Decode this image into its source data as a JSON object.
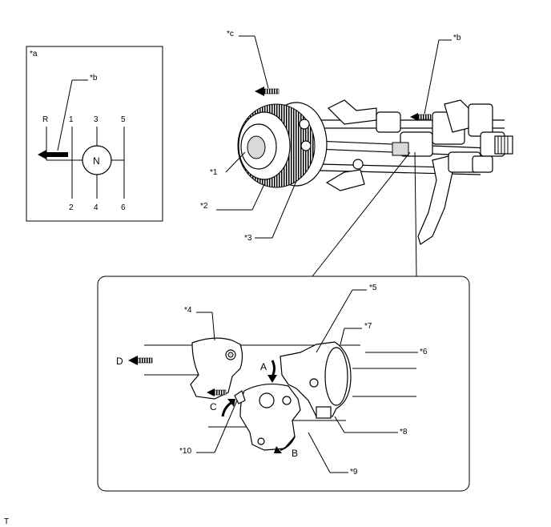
{
  "shift_pattern": {
    "box_label": "*a",
    "arrow_label": "*b",
    "positions": [
      "R",
      "1",
      "3",
      "5",
      "2",
      "4",
      "6"
    ],
    "neutral": "N"
  },
  "main_assembly": {
    "labels": [
      "*1",
      "*2",
      "*3",
      "*b",
      "*c"
    ]
  },
  "detail": {
    "labels": [
      "*4",
      "*5",
      "*6",
      "*7",
      "*8",
      "*9",
      "*10"
    ],
    "arrows": [
      "A",
      "B",
      "C",
      "D"
    ]
  },
  "footer": {
    "code": "T"
  }
}
